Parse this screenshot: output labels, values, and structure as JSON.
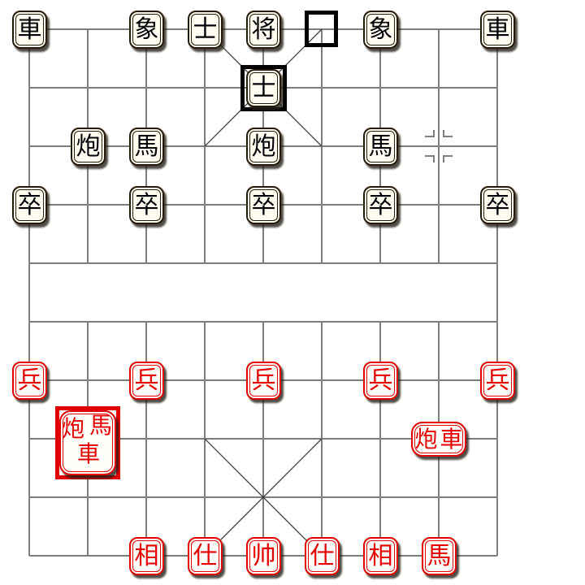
{
  "app": {
    "name": "xiangqi-board"
  },
  "colors": {
    "background": "#ffffff",
    "grid_line": "#7d7d7d",
    "palace_diagonal": "#3a3a3a",
    "tile_face": "#fffdf2",
    "black_piece_border": "#281a08",
    "black_piece_text": "#000006",
    "red_piece_border": "#e00000",
    "red_piece_text": "#e60000",
    "highlight_black": "#000000",
    "highlight_red": "#e00000"
  },
  "pieces": [
    {
      "side": "black",
      "type": "rook",
      "label": "車",
      "col": 0,
      "row": 0,
      "highlighted": false
    },
    {
      "side": "black",
      "type": "elephant",
      "label": "象",
      "col": 2,
      "row": 0,
      "highlighted": false
    },
    {
      "side": "black",
      "type": "advisor",
      "label": "士",
      "col": 3,
      "row": 0,
      "highlighted": false
    },
    {
      "side": "black",
      "type": "general",
      "label": "将",
      "col": 4,
      "row": 0,
      "highlighted": false
    },
    {
      "side": "black",
      "type": "elephant",
      "label": "象",
      "col": 6,
      "row": 0,
      "highlighted": false
    },
    {
      "side": "black",
      "type": "rook",
      "label": "車",
      "col": 8,
      "row": 0,
      "highlighted": false
    },
    {
      "side": "black",
      "type": "advisor",
      "label": "士",
      "col": 4,
      "row": 1,
      "highlighted": true
    },
    {
      "side": "black",
      "type": "cannon",
      "label": "炮",
      "col": 1,
      "row": 2,
      "highlighted": false
    },
    {
      "side": "black",
      "type": "horse",
      "label": "馬",
      "col": 2,
      "row": 2,
      "highlighted": false
    },
    {
      "side": "black",
      "type": "cannon",
      "label": "炮",
      "col": 4,
      "row": 2,
      "highlighted": false
    },
    {
      "side": "black",
      "type": "horse",
      "label": "馬",
      "col": 6,
      "row": 2,
      "highlighted": false
    },
    {
      "side": "black",
      "type": "soldier",
      "label": "卒",
      "col": 0,
      "row": 3,
      "highlighted": false
    },
    {
      "side": "black",
      "type": "soldier",
      "label": "卒",
      "col": 2,
      "row": 3,
      "highlighted": false
    },
    {
      "side": "black",
      "type": "soldier",
      "label": "卒",
      "col": 4,
      "row": 3,
      "highlighted": false
    },
    {
      "side": "black",
      "type": "soldier",
      "label": "卒",
      "col": 6,
      "row": 3,
      "highlighted": false
    },
    {
      "side": "black",
      "type": "soldier",
      "label": "卒",
      "col": 8,
      "row": 3,
      "highlighted": false
    },
    {
      "side": "red",
      "type": "soldier",
      "label": "兵",
      "col": 0,
      "row": 6,
      "highlighted": false
    },
    {
      "side": "red",
      "type": "soldier",
      "label": "兵",
      "col": 2,
      "row": 6,
      "highlighted": false
    },
    {
      "side": "red",
      "type": "soldier",
      "label": "兵",
      "col": 4,
      "row": 6,
      "highlighted": false
    },
    {
      "side": "red",
      "type": "soldier",
      "label": "兵",
      "col": 6,
      "row": 6,
      "highlighted": false
    },
    {
      "side": "red",
      "type": "soldier",
      "label": "兵",
      "col": 8,
      "row": 6,
      "highlighted": false
    },
    {
      "side": "red",
      "type": "elephant",
      "label": "相",
      "col": 2,
      "row": 9,
      "highlighted": false
    },
    {
      "side": "red",
      "type": "advisor",
      "label": "仕",
      "col": 3,
      "row": 9,
      "highlighted": false
    },
    {
      "side": "red",
      "type": "general",
      "label": "帅",
      "col": 4,
      "row": 9,
      "highlighted": false
    },
    {
      "side": "red",
      "type": "advisor",
      "label": "仕",
      "col": 5,
      "row": 9,
      "highlighted": false
    },
    {
      "side": "red",
      "type": "elephant",
      "label": "相",
      "col": 6,
      "row": 9,
      "highlighted": false
    },
    {
      "side": "red",
      "type": "horse",
      "label": "馬",
      "col": 7,
      "row": 9,
      "highlighted": false
    }
  ],
  "stacks": [
    {
      "side": "red",
      "labels": [
        "炮",
        "馬",
        "車"
      ],
      "types": [
        "cannon",
        "horse",
        "rook"
      ],
      "col": 1,
      "row": 7,
      "highlighted": true,
      "arrangement": "pyramid"
    },
    {
      "side": "red",
      "labels": [
        "炮",
        "車"
      ],
      "types": [
        "cannon",
        "rook"
      ],
      "col": 7,
      "row": 7,
      "highlighted": false,
      "arrangement": "row"
    }
  ],
  "markers": [
    {
      "type": "move-origin-square",
      "color": "black",
      "col": 5,
      "row": 0
    },
    {
      "type": "star-point",
      "col": 7,
      "row": 2
    }
  ]
}
